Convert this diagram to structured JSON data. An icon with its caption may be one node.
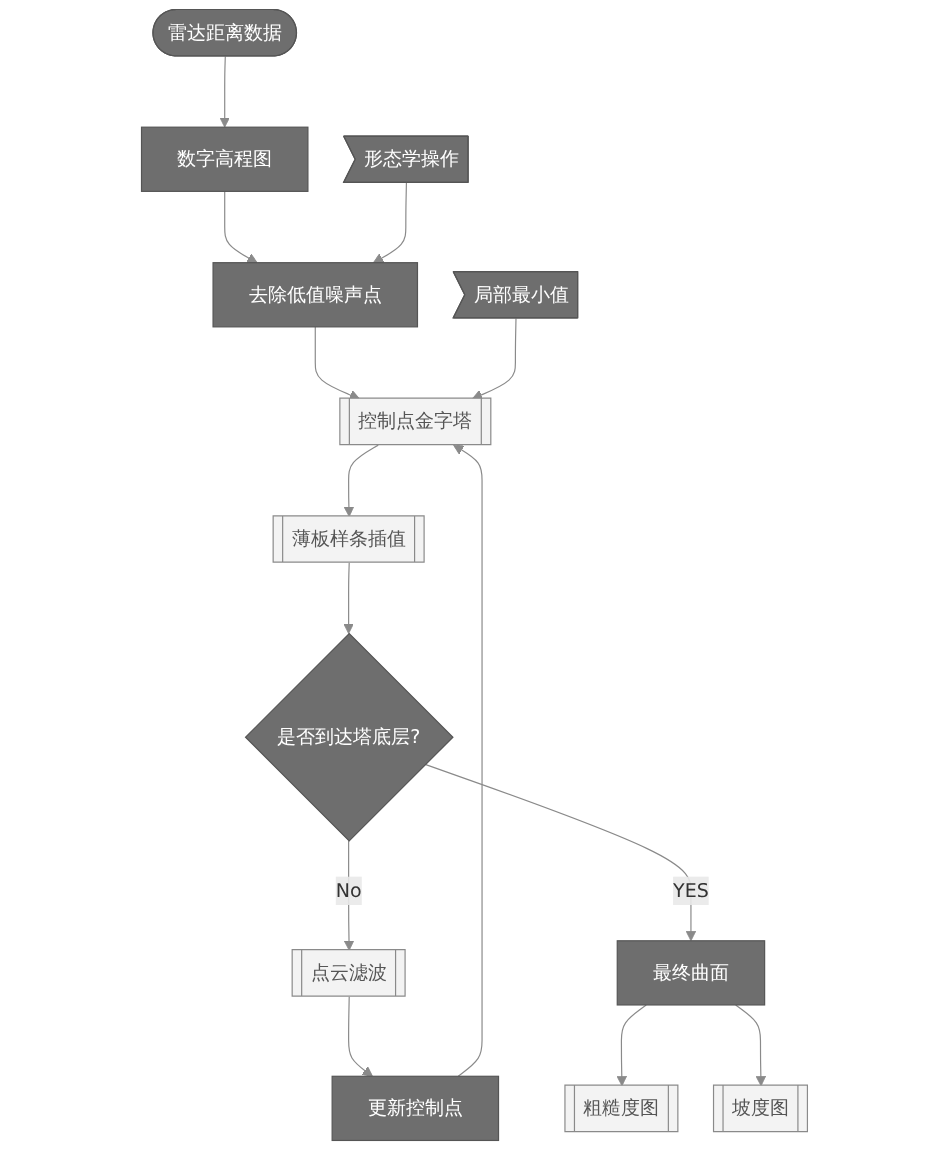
{
  "diagram": {
    "nodes": [
      {
        "text": [
          "雷达距离数据"
        ]
      },
      {
        "text": [
          "数字高程图"
        ]
      },
      {
        "text": [
          "去除低值噪声点"
        ]
      },
      {
        "text": [
          "形态学操作"
        ]
      },
      {
        "text": [
          "控制点金字塔"
        ]
      },
      {
        "text": [
          "局部最小值"
        ]
      },
      {
        "text": [
          "更新控制点"
        ]
      },
      {
        "text": [
          "薄板样条插值"
        ]
      },
      {
        "text": [
          "点云滤波"
        ]
      },
      {
        "text": [
          "是否到达塔底层?"
        ]
      },
      {
        "text": [
          "最终曲面"
        ]
      },
      {
        "text": [
          "粗糙度图"
        ]
      },
      {
        "text": [
          "坡度图"
        ]
      }
    ],
    "edges": [
      {
        "from": 0,
        "to": 1,
        "arrow": "to"
      },
      {
        "from": 1,
        "to": 2,
        "arrow": "to"
      },
      {
        "from": 3,
        "to": 2,
        "arrow": "to"
      },
      {
        "from": 2,
        "to": 4,
        "arrow": "to"
      },
      {
        "from": 5,
        "to": 4,
        "arrow": "to"
      },
      {
        "from": 4,
        "to": 7,
        "arrow": "to"
      },
      {
        "from": 7,
        "to": 9,
        "arrow": "to"
      },
      {
        "from": 9,
        "to": 8,
        "arrow": "to",
        "label": "No"
      },
      {
        "from": 8,
        "to": 6,
        "arrow": "to"
      },
      {
        "from": 6,
        "to": 4,
        "arrow": "to"
      },
      {
        "from": 9,
        "to": 10,
        "arrow": "to",
        "label": "YES"
      },
      {
        "from": 10,
        "to": 11,
        "arrow": "to"
      },
      {
        "from": 10,
        "to": 12,
        "arrow": "to"
      }
    ]
  }
}
